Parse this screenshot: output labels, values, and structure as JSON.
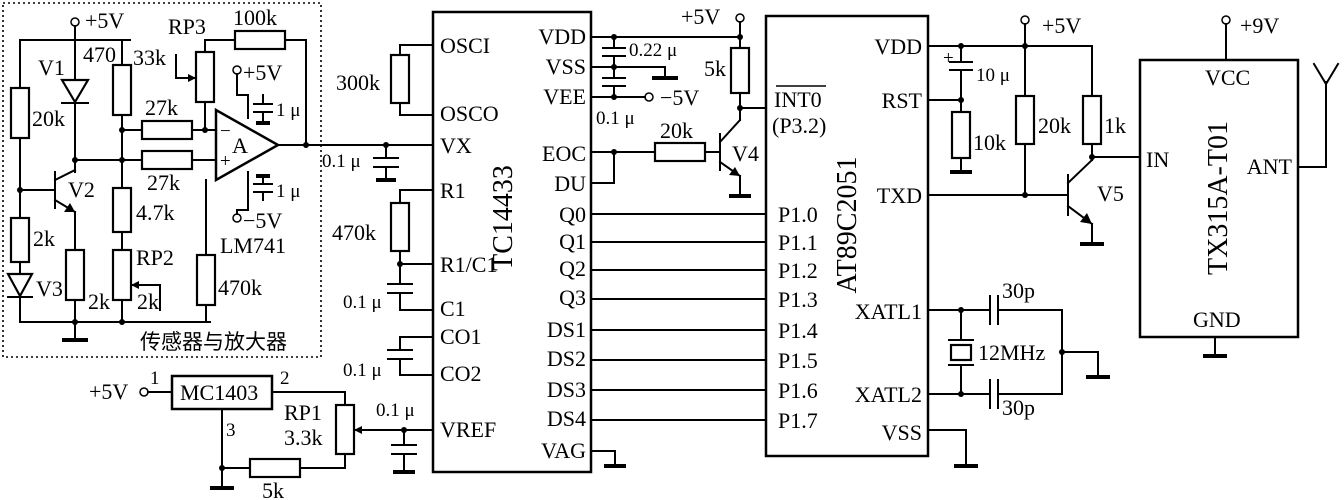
{
  "blocks": {
    "sensor_amp_label": "传感器与放大器",
    "adc": {
      "name": "TC14433",
      "pins_left": [
        "OSCI",
        "OSCO",
        "VX",
        "R1",
        "R1/C1",
        "C1",
        "CO1",
        "CO2",
        "VREF"
      ],
      "pins_right": [
        "VDD",
        "VSS",
        "VEE",
        "EOC",
        "DU",
        "Q0",
        "Q1",
        "Q2",
        "Q3",
        "DS1",
        "DS2",
        "DS3",
        "DS4",
        "VAG"
      ]
    },
    "mcu": {
      "name": "AT89C2051",
      "pins_left": [
        "INT0",
        "(P3.2)",
        "P1.0",
        "P1.1",
        "P1.2",
        "P1.3",
        "P1.4",
        "P1.5",
        "P1.6",
        "P1.7"
      ],
      "pins_right": [
        "VDD",
        "RST",
        "TXD",
        "XATL1",
        "XATL2",
        "VSS"
      ]
    },
    "tx": {
      "name": "TX315A-T01",
      "pins": [
        "VCC",
        "IN",
        "ANT",
        "GND"
      ]
    },
    "ref": {
      "name": "MC1403",
      "pin1": "1",
      "pin2": "2",
      "pin3": "3"
    },
    "opamp": {
      "symbol": "A",
      "name": "LM741",
      "minus": "−",
      "plus": "+"
    }
  },
  "supplies": {
    "p5v": "+5V",
    "m5v": "−5V",
    "p9v": "+9V"
  },
  "components": {
    "V1": "V1",
    "V2": "V2",
    "V3": "V3",
    "V4": "V4",
    "V5": "V5",
    "r470_top": "470",
    "r20k_left": "20k",
    "r2k_a": "2k",
    "r2k_b": "2k",
    "RP3": "RP3",
    "rp3_val": "33k",
    "r100k": "100k",
    "r27k_a": "27k",
    "r27k_b": "27k",
    "r4_7k": "4.7k",
    "RP2": "RP2",
    "rp2_val": "2k",
    "r470k_a": "470k",
    "c1u_a": "1 μ",
    "c1u_b": "1 μ",
    "r300k": "300k",
    "c0_1u_vx": "0.1 μ",
    "r470k_b": "470k",
    "c0_1u_c1": "0.1 μ",
    "c0_1u_co": "0.1 μ",
    "c0_1u_ref": "0.1 μ",
    "RP1": "RP1",
    "rp1_val": "3.3k",
    "r5k_ref": "5k",
    "c0_22u": "0.22 μ",
    "c0_1u_vee": "0.1 μ",
    "r5k_int": "5k",
    "r20k_eoc": "20k",
    "c10u": "10 μ",
    "r10k": "10k",
    "r20k_v5": "20k",
    "r1k": "1k",
    "c30p_a": "30p",
    "c30p_b": "30p",
    "xtal": "12MHz"
  }
}
